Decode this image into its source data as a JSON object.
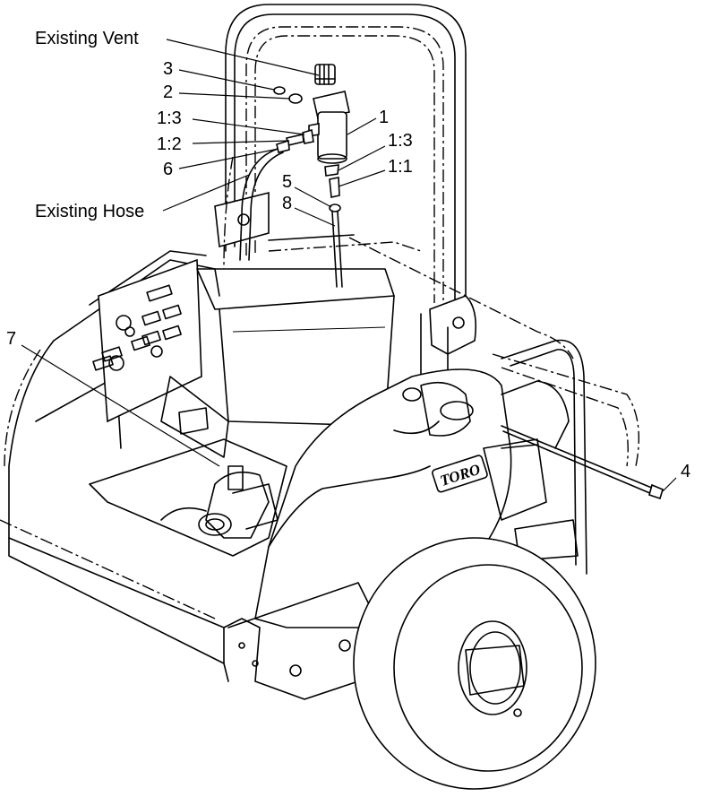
{
  "callouts": {
    "existing_vent": "Existing Vent",
    "existing_hose": "Existing Hose",
    "c3": "3",
    "c2": "2",
    "c1_3_left": "1:3",
    "c1_2": "1:2",
    "c6": "6",
    "c1": "1",
    "c1_3_right": "1:3",
    "c1_1": "1:1",
    "c5": "5",
    "c8": "8",
    "c7": "7",
    "c4": "4"
  },
  "decal": {
    "brand": "TORO"
  }
}
